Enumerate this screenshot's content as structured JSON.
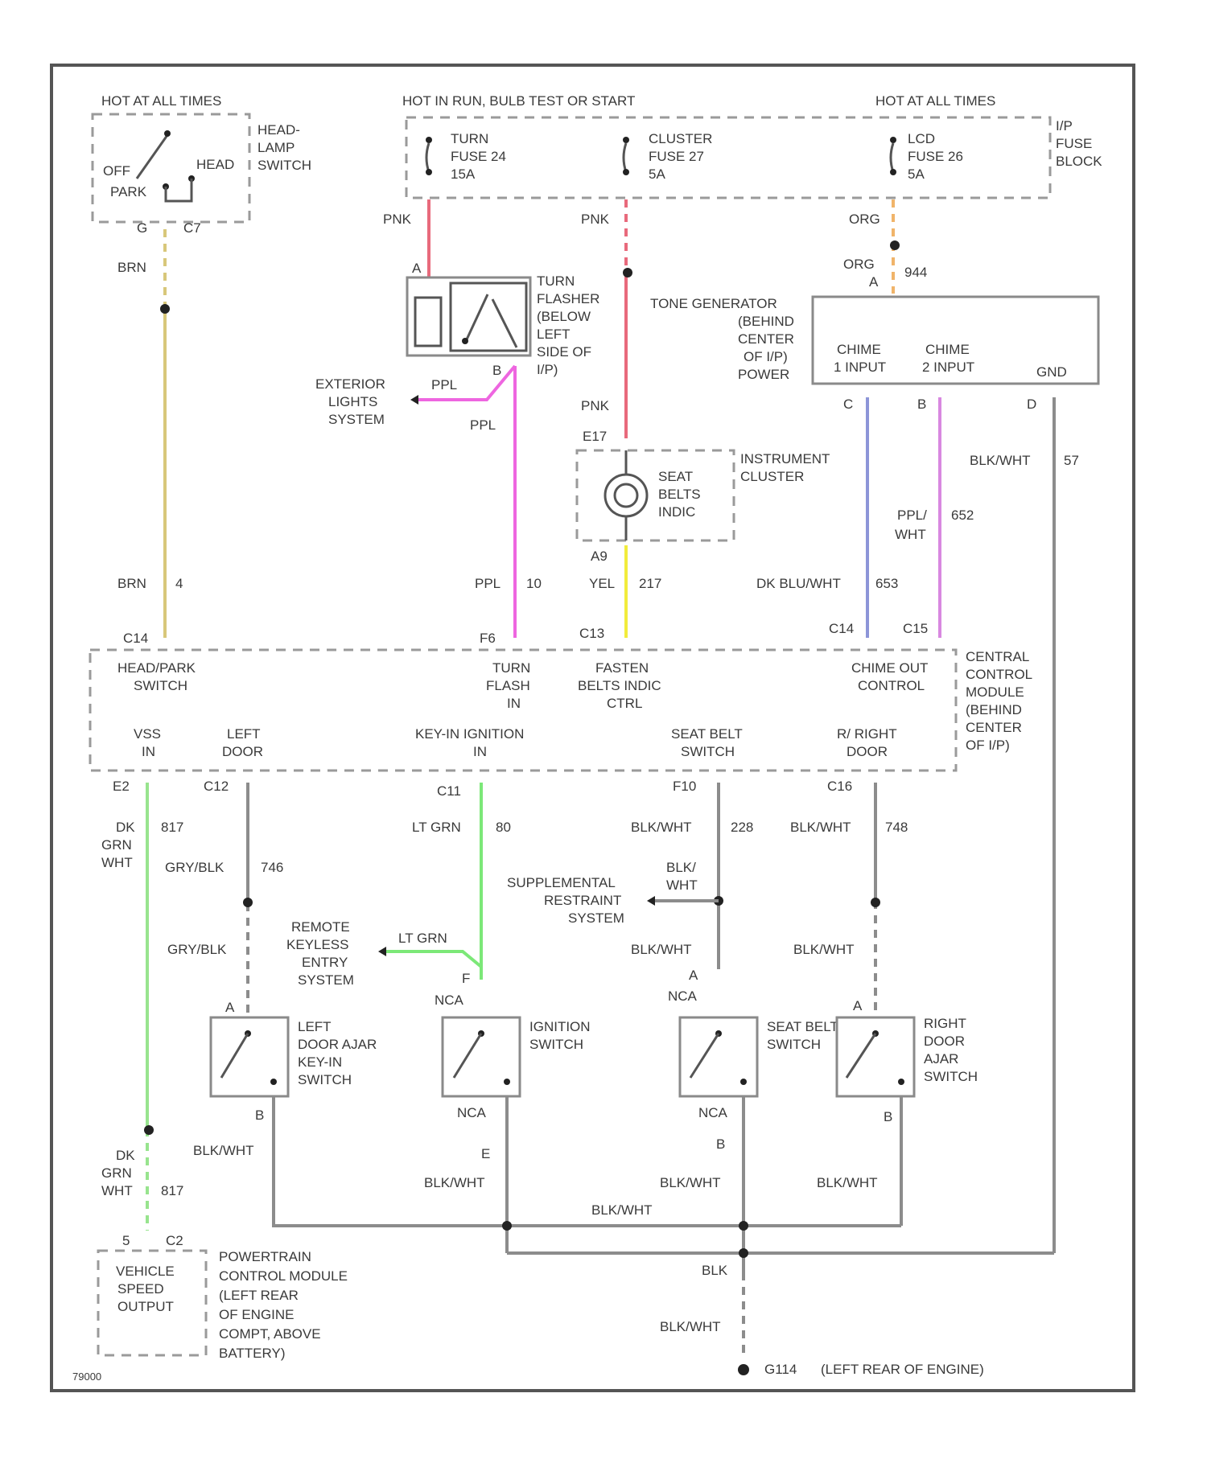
{
  "figure_id": "79000",
  "colors": {
    "frame": "#555555",
    "brn": "#d8c77a",
    "pnk": "#e86a7c",
    "ppl": "#ee66e0",
    "yel": "#f2ec3c",
    "dk_blu_wht": "#8d95d8",
    "ppl_wht": "#d888e0",
    "lt_grn": "#7ce878",
    "dk_grn_wht": "#98e48e",
    "org": "#f0b46a",
    "gray": "#8c8c8c"
  },
  "power": {
    "hot_all_times_left": "HOT AT ALL TIMES",
    "hot_run": "HOT IN RUN, BULB TEST OR START",
    "hot_all_times_right": "HOT AT ALL TIMES",
    "fuse_block": [
      "I/P",
      "FUSE",
      "BLOCK"
    ],
    "fuse_turn": [
      "TURN",
      "FUSE 24",
      "15A"
    ],
    "fuse_cluster": [
      "CLUSTER",
      "FUSE 27",
      "5A"
    ],
    "fuse_lcd": [
      "LCD",
      "FUSE 26",
      "5A"
    ]
  },
  "headlamp_switch": {
    "label": [
      "HEAD-",
      "LAMP",
      "SWITCH"
    ],
    "pos_off": "OFF",
    "pos_park": "PARK",
    "pos_head": "HEAD",
    "pin": "G",
    "conn": "C7"
  },
  "turn_flasher": {
    "label": [
      "TURN",
      "FLASHER",
      "(BELOW",
      "LEFT",
      "SIDE OF",
      "I/P)"
    ],
    "pin_a": "A",
    "pin_b": "B"
  },
  "exterior_lights": [
    "EXTERIOR",
    "LIGHTS",
    "SYSTEM"
  ],
  "instrument_cluster": {
    "label": [
      "INSTRUMENT",
      "CLUSTER"
    ],
    "lamp": [
      "SEAT",
      "BELTS",
      "INDIC"
    ],
    "pin_top": "E17",
    "pin_bottom": "A9"
  },
  "tone_generator": {
    "label": [
      "TONE GENERATOR",
      "(BEHIND",
      "CENTER",
      "OF I/P)",
      "POWER"
    ],
    "chime1": [
      "CHIME",
      "1 INPUT"
    ],
    "chime2": [
      "CHIME",
      "2 INPUT"
    ],
    "gnd": "GND",
    "pin_power": "A",
    "pin_c": "C",
    "pin_b": "B",
    "pin_d": "D"
  },
  "central_module": {
    "label": [
      "CENTRAL",
      "CONTROL",
      "MODULE",
      "(BEHIND",
      "CENTER",
      "OF I/P)"
    ],
    "headpark": [
      "HEAD/PARK",
      "SWITCH"
    ],
    "turn_flash": [
      "TURN",
      "FLASH",
      "IN"
    ],
    "fasten_belts": [
      "FASTEN",
      "BELTS INDIC",
      "CTRL"
    ],
    "chime_out": [
      "CHIME OUT",
      "CONTROL"
    ],
    "vss_in": [
      "VSS",
      "IN"
    ],
    "left_door": [
      "LEFT",
      "DOOR"
    ],
    "key_in": [
      "KEY-IN IGNITION",
      "IN"
    ],
    "seat_belt_sw": [
      "SEAT BELT",
      "SWITCH"
    ],
    "rh_door": [
      "R/ RIGHT",
      "DOOR"
    ],
    "pins_top": [
      "C14",
      "F6",
      "C13",
      "C14",
      "C15"
    ],
    "pins_bottom": [
      "E2",
      "C12",
      "C11",
      "F10",
      "C16"
    ]
  },
  "wires": {
    "brn": "BRN",
    "brn_num": "4",
    "pnk": "PNK",
    "ppl": "PPL",
    "ppl_num": "10",
    "yel": "YEL",
    "yel_num": "217",
    "dk_blu_wht": "DK BLU/WHT",
    "dk_blu_num": "653",
    "ppl_wht": [
      "PPL/",
      "WHT"
    ],
    "ppl_wht_num": "652",
    "org": "ORG",
    "org_num": "944",
    "blk_wht": "BLK/WHT",
    "blk_wht_num": "57",
    "dk_grn_wht": [
      "DK",
      "GRN",
      "WHT"
    ],
    "dk_grn_num": "817",
    "gry_blk": "GRY/BLK",
    "gry_blk_num": "746",
    "lt_grn": "LT GRN",
    "lt_grn_num": "80",
    "blk_wht_seat_num": "228",
    "blk_wht_right_num": "748",
    "blk": "BLK",
    "blk_wht_b": [
      "BLK/",
      "WHT"
    ]
  },
  "supplemental": [
    "SUPPLEMENTAL",
    "RESTRAINT",
    "SYSTEM"
  ],
  "remote_keyless": [
    "REMOTE",
    "KEYLESS",
    "ENTRY",
    "SYSTEM"
  ],
  "switches": {
    "left_door": [
      "LEFT",
      "DOOR AJAR",
      "KEY-IN",
      "SWITCH"
    ],
    "ignition": [
      "IGNITION",
      "SWITCH"
    ],
    "seat_belt": [
      "SEAT BELT",
      "SWITCH"
    ],
    "right_door": [
      "RIGHT",
      "DOOR",
      "AJAR",
      "SWITCH"
    ],
    "pin_a": "A",
    "pin_b": "B",
    "pin_f": "F",
    "pin_e": "E",
    "nca": "NCA"
  },
  "pcm": {
    "label": [
      "POWERTRAIN",
      "CONTROL MODULE",
      "(LEFT REAR",
      "OF ENGINE",
      "COMPT, ABOVE",
      "BATTERY)"
    ],
    "output": [
      "VEHICLE",
      "SPEED",
      "OUTPUT"
    ],
    "pin": "5",
    "conn": "C2"
  },
  "ground": {
    "label": "G114",
    "location": "(LEFT REAR OF ENGINE)"
  }
}
